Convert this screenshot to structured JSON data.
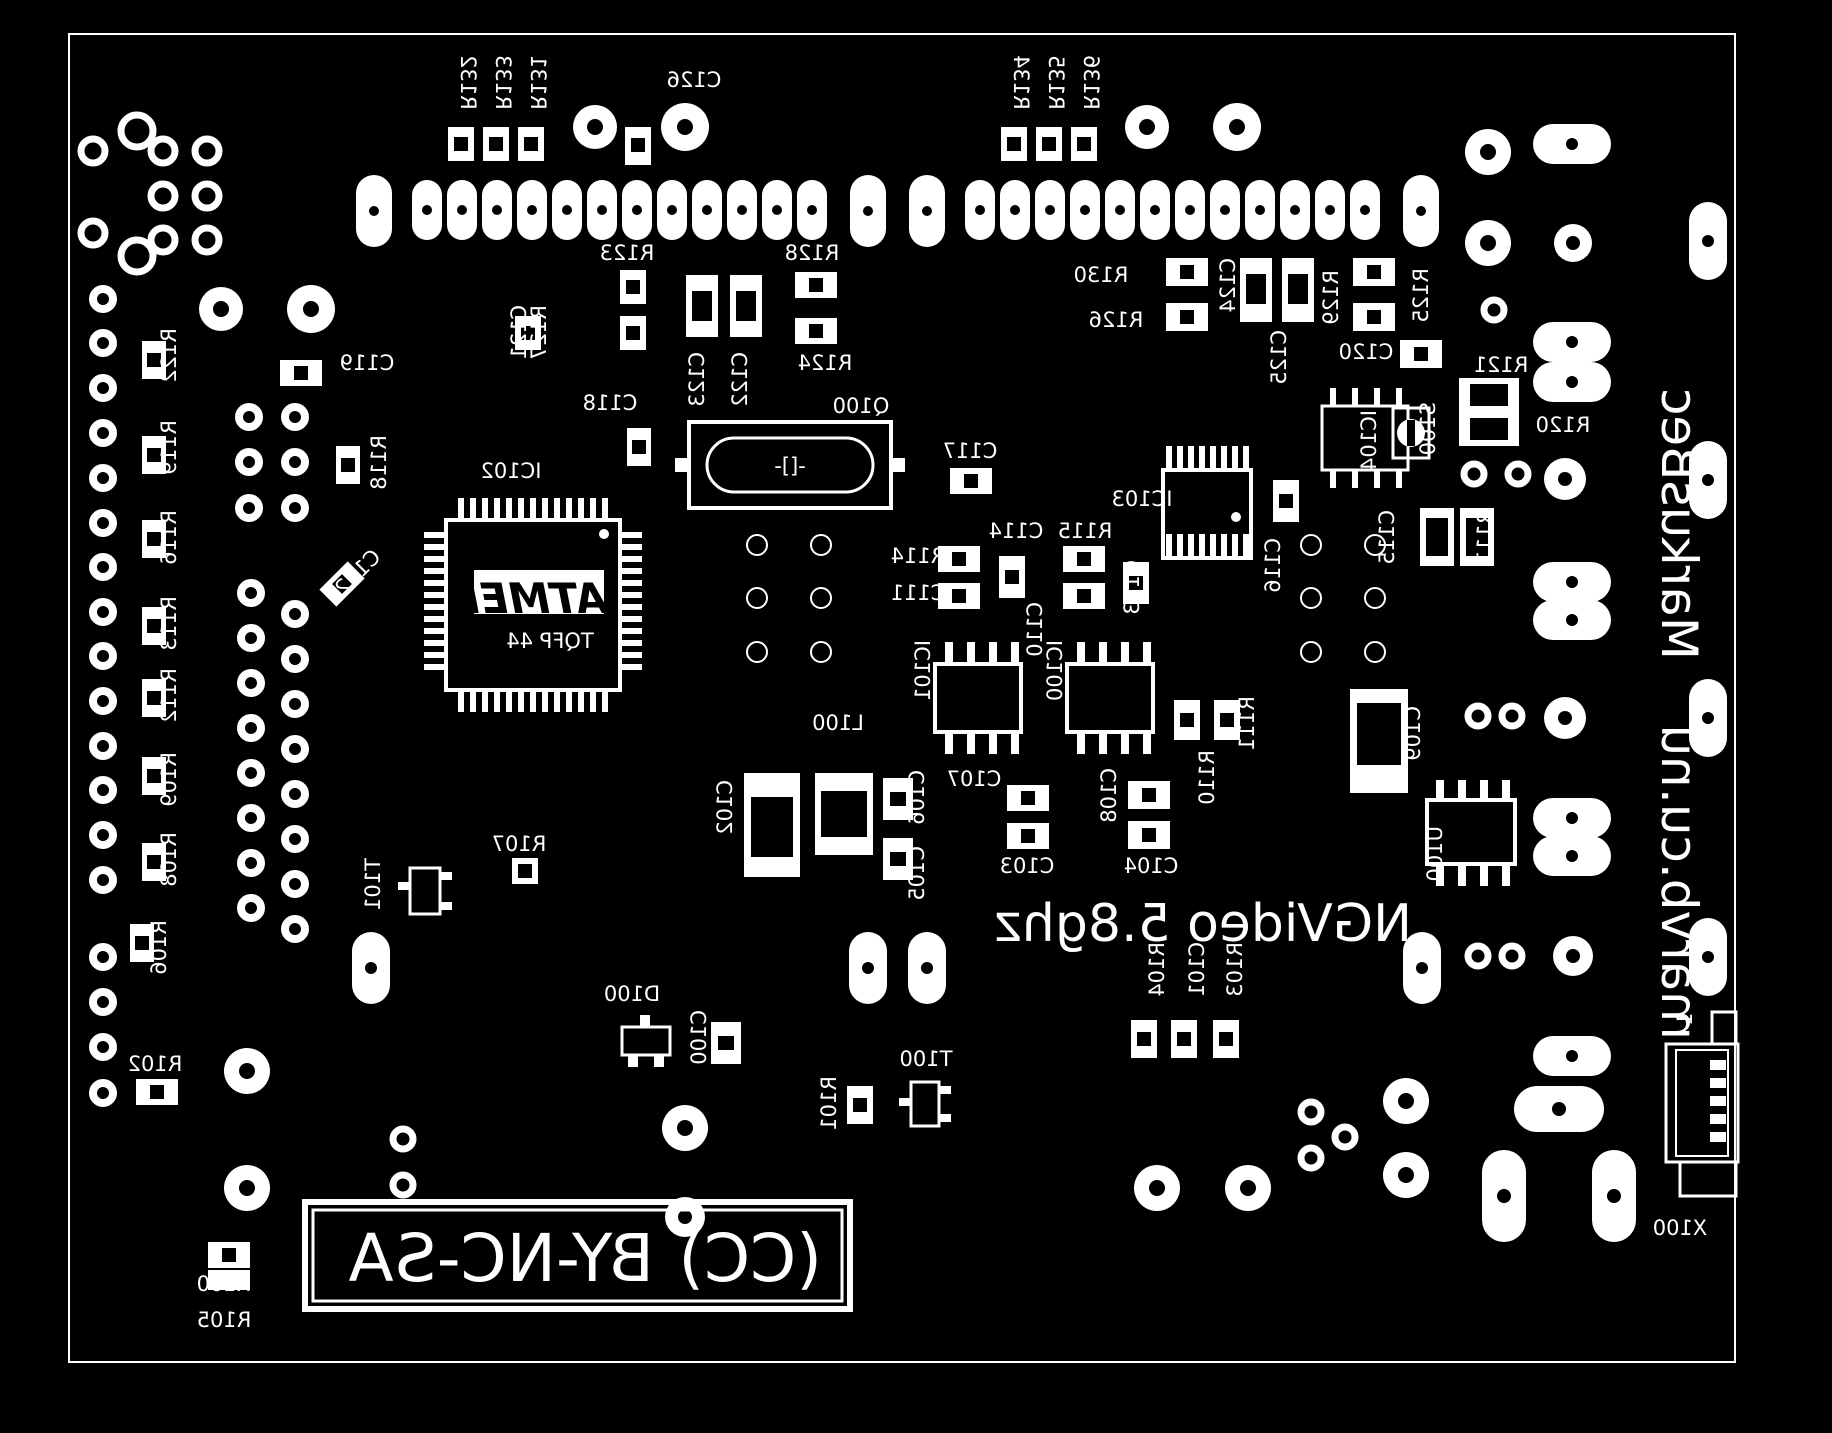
{
  "board": {
    "title": "NGVideo 5.8ghz",
    "brand": "MarkusBec",
    "url": "marvb.cu.nu",
    "license": {
      "cc": "(CC)",
      "text": "BY-NC-SA"
    },
    "chip_brand": "ATMEL",
    "chip_package": "TQFP 44",
    "crystal_marking": "-[]-"
  },
  "labels": {
    "R132": "R132",
    "R133": "R133",
    "R131": "R131",
    "C126": "C126",
    "R134": "R134",
    "R135": "R135",
    "R136": "R136",
    "R123": "R123",
    "R128": "R128",
    "R127": "R127",
    "C121": "C121",
    "C123": "C123",
    "C122": "C122",
    "R124": "R124",
    "C118": "C118",
    "Q100": "Q100",
    "R130": "R130",
    "R126": "R126",
    "C124": "C124",
    "R129": "R129",
    "C125": "C125",
    "R125": "R125",
    "C120": "C120",
    "R121": "R121",
    "R120": "R120",
    "S100": "S100",
    "IC104": "IC104",
    "IC103": "IC103",
    "C117": "C117",
    "C119": "C119",
    "R118": "R118",
    "IC102": "IC102",
    "C112": "C112",
    "R122": "R122",
    "R119": "R119",
    "R116": "R116",
    "R113": "R113",
    "R112": "R112",
    "R109": "R109",
    "R108": "R108",
    "R106": "R106",
    "R114": "R114",
    "C114": "C114",
    "R115": "R115",
    "C111": "C111",
    "C110": "C110",
    "C113": "C113",
    "C116": "C116",
    "C115": "C115",
    "R117": "R117",
    "IC101": "IC101",
    "IC100": "IC100",
    "R111": "R111",
    "R110": "R110",
    "L100": "L100",
    "C107": "C107",
    "C106": "C106",
    "C105": "C105",
    "C108": "C108",
    "C103": "C103",
    "C104": "C104",
    "C109": "C109",
    "U100": "U100",
    "C102": "C102",
    "R107": "R107",
    "T101": "T101",
    "R104": "R104",
    "C101": "C101",
    "R103": "R103",
    "D100": "D100",
    "C100": "C100",
    "T100": "T100",
    "R101": "R101",
    "R102": "R102",
    "R100": "R100",
    "R105": "R105",
    "X100": "X100",
    "pin1": "1"
  }
}
